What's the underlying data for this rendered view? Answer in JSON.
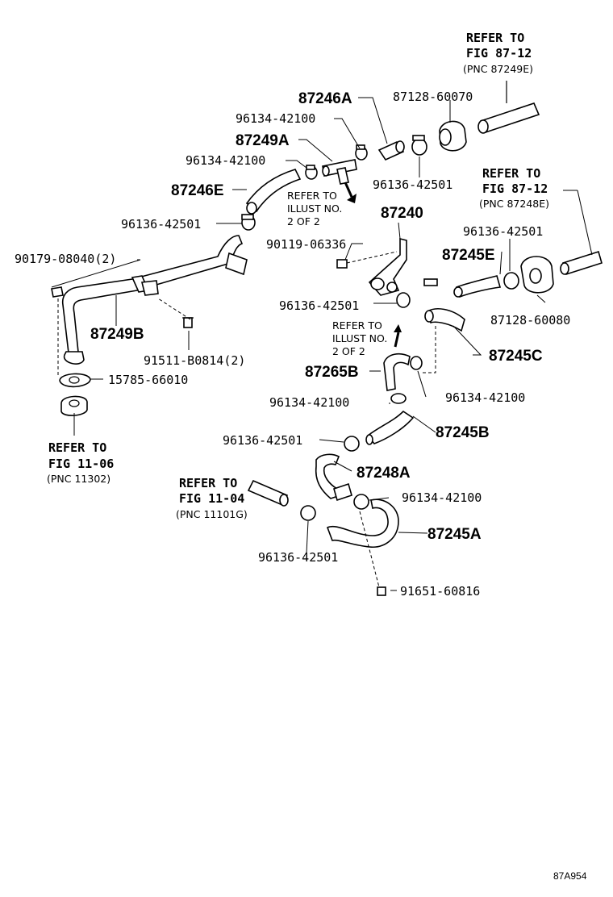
{
  "labels": {
    "p_87246a": "87246A",
    "p_87128_60070": "87128-60070",
    "p_96134_42100_a": "96134-42100",
    "p_87249a": "87249A",
    "p_96134_42100_b": "96134-42100",
    "p_87246e": "87246E",
    "p_96136_42501_a": "96136-42501",
    "p_96136_42501_b": "96136-42501",
    "p_87240": "87240",
    "p_90119_06336": "90119-06336",
    "p_96136_42501_c": "96136-42501",
    "p_87245e": "87245E",
    "p_90179_08040": "90179-08040(2)",
    "p_87249b": "87249B",
    "p_96136_42501_d": "96136-42501",
    "p_87128_60080": "87128-60080",
    "p_91511_b0814": "91511-B0814(2)",
    "p_87245c": "87245C",
    "p_15785_66010": "15785-66010",
    "p_87265b": "87265B",
    "p_96134_42100_c": "96134-42100",
    "p_96134_42100_d": "96134-42100",
    "p_96136_42501_e": "96136-42501",
    "p_87245b": "87245B",
    "p_87248a": "87248A",
    "p_96134_42100_e": "96134-42100",
    "p_87245a": "87245A",
    "p_96136_42501_f": "96136-42501",
    "p_91651_60816": "91651-60816"
  },
  "references": {
    "ref_top_1": "REFER TO",
    "ref_top_2": "FIG 87-12",
    "ref_top_3": "(PNC 87249E)",
    "ref_right_1": "REFER TO",
    "ref_right_2": "FIG 87-12",
    "ref_right_3": "(PNC 87248E)",
    "ref_left_1": "REFER TO",
    "ref_left_2": "FIG 11-06",
    "ref_left_3": "(PNC 11302)",
    "ref_mid_1": "REFER TO",
    "ref_mid_2": "FIG 11-04",
    "ref_mid_3": "(PNC 11101G)",
    "illust_a_1": "REFER TO",
    "illust_a_2": "ILLUST NO.",
    "illust_a_3": "2 OF 2",
    "illust_b_1": "REFER TO",
    "illust_b_2": "ILLUST NO.",
    "illust_b_3": "2 OF 2"
  },
  "figure_code": "87A954"
}
